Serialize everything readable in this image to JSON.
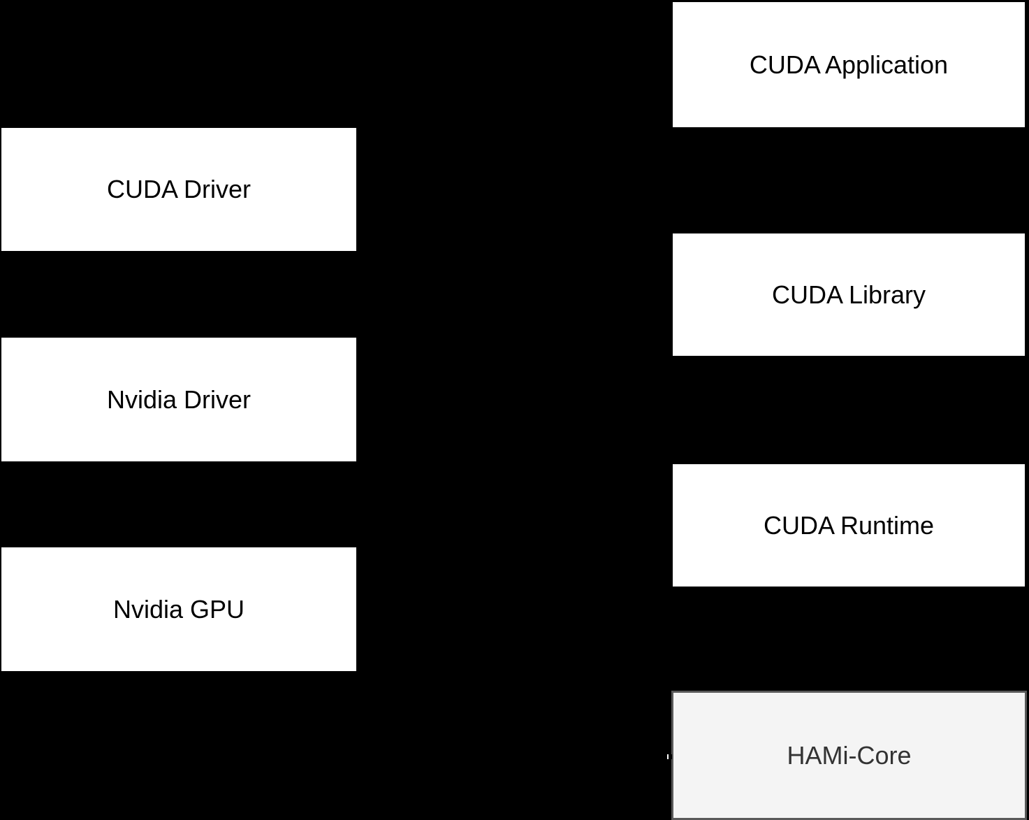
{
  "colors": {
    "background": "#000000",
    "node_fill": "#ffffff",
    "node_text": "#000000",
    "hami_fill": "#f4f4f4",
    "hami_border": "#595959",
    "hami_text": "#333333"
  },
  "nodes": {
    "cuda_driver": {
      "label": "CUDA Driver"
    },
    "nvidia_driver": {
      "label": "Nvidia Driver"
    },
    "nvidia_gpu": {
      "label": "Nvidia GPU"
    },
    "cuda_application": {
      "label": "CUDA Application"
    },
    "cuda_library": {
      "label": "CUDA Library"
    },
    "cuda_runtime": {
      "label": "CUDA Runtime"
    },
    "hami_core": {
      "label": "HAMi-Core"
    }
  }
}
